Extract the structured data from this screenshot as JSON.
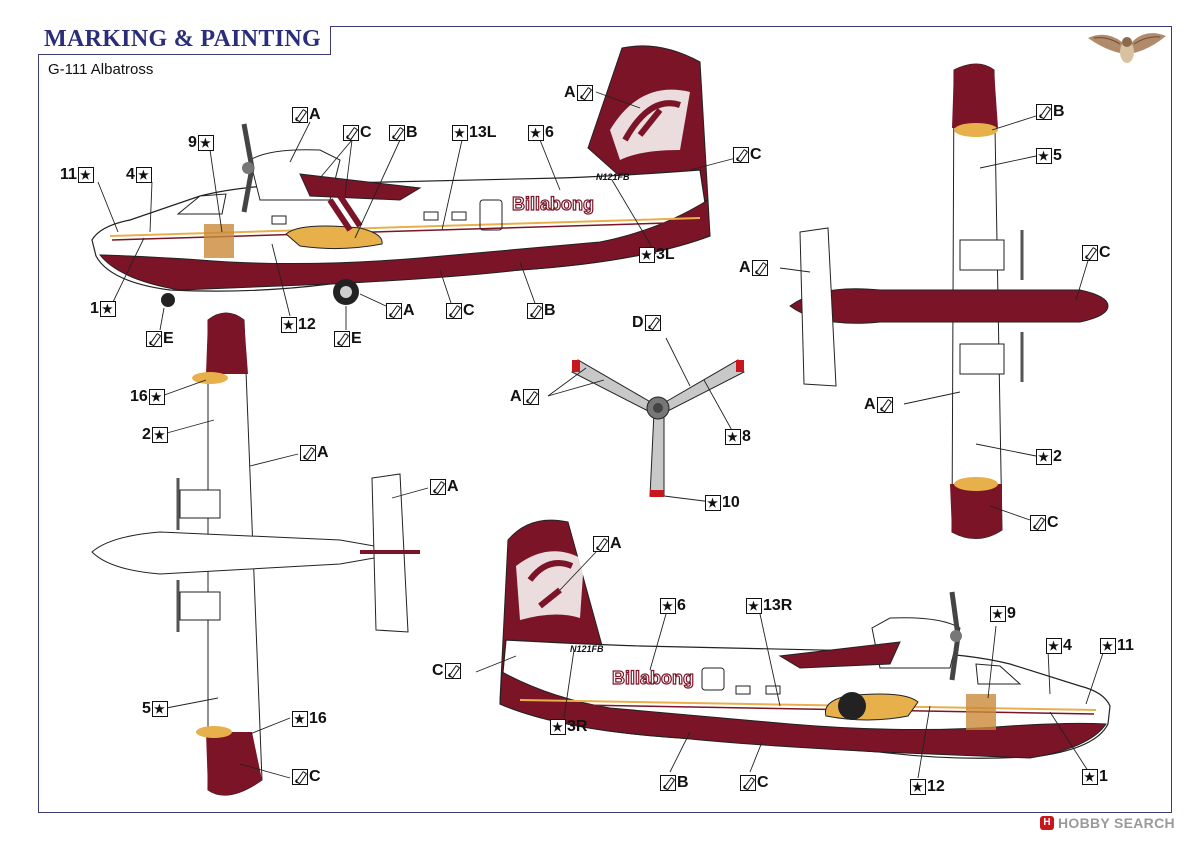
{
  "header": {
    "title": "MARKING & PAINTING",
    "subtitle": "G-111 Albatross"
  },
  "registration": "N121FB",
  "tail_art": "Billabong",
  "colors": {
    "maroon": "#7b1426",
    "gold": "#e8b04a",
    "border": "#3a3a78",
    "title": "#2b2d78",
    "hull_white": "#ffffff"
  },
  "legend_icons": {
    "star": "decal-star-icon",
    "brush": "paint-brush-icon"
  },
  "callouts": [
    {
      "id": "c1",
      "text": "A",
      "icon": "brush",
      "order": "icon-first"
    },
    {
      "id": "c2",
      "text": "C",
      "icon": "brush",
      "order": "icon-first"
    },
    {
      "id": "c3",
      "text": "B",
      "icon": "brush",
      "order": "icon-first"
    },
    {
      "id": "c4",
      "text": "13L",
      "icon": "star",
      "order": "icon-first"
    },
    {
      "id": "c5",
      "text": "6",
      "icon": "star",
      "order": "icon-first"
    },
    {
      "id": "c6",
      "text": "A",
      "icon": "brush",
      "order": "text-first"
    },
    {
      "id": "c7",
      "text": "C",
      "icon": "brush",
      "order": "icon-first"
    },
    {
      "id": "c8",
      "text": "9",
      "icon": "star",
      "order": "text-first"
    },
    {
      "id": "c9",
      "text": "11",
      "icon": "star",
      "order": "text-first"
    },
    {
      "id": "c10",
      "text": "4",
      "icon": "star",
      "order": "text-first"
    },
    {
      "id": "c11",
      "text": "3L",
      "icon": "star",
      "order": "icon-first"
    },
    {
      "id": "c12",
      "text": "1",
      "icon": "star",
      "order": "text-first"
    },
    {
      "id": "c13",
      "text": "12",
      "icon": "star",
      "order": "icon-first"
    },
    {
      "id": "c14",
      "text": "A",
      "icon": "brush",
      "order": "icon-first"
    },
    {
      "id": "c15",
      "text": "C",
      "icon": "brush",
      "order": "icon-first"
    },
    {
      "id": "c16",
      "text": "B",
      "icon": "brush",
      "order": "icon-first"
    },
    {
      "id": "c17",
      "text": "E",
      "icon": "brush",
      "order": "icon-first"
    },
    {
      "id": "c18",
      "text": "E",
      "icon": "brush",
      "order": "icon-first"
    },
    {
      "id": "c19",
      "text": "16",
      "icon": "star",
      "order": "text-first"
    },
    {
      "id": "c20",
      "text": "2",
      "icon": "star",
      "order": "text-first"
    },
    {
      "id": "c21",
      "text": "A",
      "icon": "brush",
      "order": "icon-first"
    },
    {
      "id": "c22",
      "text": "A",
      "icon": "brush",
      "order": "icon-first"
    },
    {
      "id": "c23",
      "text": "5",
      "icon": "star",
      "order": "text-first"
    },
    {
      "id": "c24",
      "text": "16",
      "icon": "star",
      "order": "icon-first"
    },
    {
      "id": "c25",
      "text": "C",
      "icon": "brush",
      "order": "icon-first"
    },
    {
      "id": "c26",
      "text": "D",
      "icon": "brush",
      "order": "text-first"
    },
    {
      "id": "c27",
      "text": "A",
      "icon": "brush",
      "order": "text-first"
    },
    {
      "id": "c28",
      "text": "8",
      "icon": "star",
      "order": "icon-first"
    },
    {
      "id": "c29",
      "text": "10",
      "icon": "star",
      "order": "icon-first"
    },
    {
      "id": "c30",
      "text": "B",
      "icon": "brush",
      "order": "icon-first"
    },
    {
      "id": "c31",
      "text": "5",
      "icon": "star",
      "order": "icon-first"
    },
    {
      "id": "c32",
      "text": "A",
      "icon": "brush",
      "order": "text-first"
    },
    {
      "id": "c33",
      "text": "C",
      "icon": "brush",
      "order": "icon-first"
    },
    {
      "id": "c34",
      "text": "A",
      "icon": "brush",
      "order": "text-first"
    },
    {
      "id": "c35",
      "text": "2",
      "icon": "star",
      "order": "icon-first"
    },
    {
      "id": "c36",
      "text": "C",
      "icon": "brush",
      "order": "icon-first"
    },
    {
      "id": "c37",
      "text": "A",
      "icon": "brush",
      "order": "icon-first"
    },
    {
      "id": "c38",
      "text": "6",
      "icon": "star",
      "order": "icon-first"
    },
    {
      "id": "c39",
      "text": "13R",
      "icon": "star",
      "order": "icon-first"
    },
    {
      "id": "c40",
      "text": "9",
      "icon": "star",
      "order": "icon-first"
    },
    {
      "id": "c41",
      "text": "4",
      "icon": "star",
      "order": "icon-first"
    },
    {
      "id": "c42",
      "text": "11",
      "icon": "star",
      "order": "icon-first"
    },
    {
      "id": "c43",
      "text": "C",
      "icon": "brush",
      "order": "text-first"
    },
    {
      "id": "c44",
      "text": "3R",
      "icon": "star",
      "order": "icon-first"
    },
    {
      "id": "c45",
      "text": "B",
      "icon": "brush",
      "order": "icon-first"
    },
    {
      "id": "c46",
      "text": "C",
      "icon": "brush",
      "order": "icon-first"
    },
    {
      "id": "c47",
      "text": "12",
      "icon": "star",
      "order": "icon-first"
    },
    {
      "id": "c48",
      "text": "1",
      "icon": "star",
      "order": "icon-first"
    }
  ],
  "watermark": {
    "logo": "H",
    "text": "HOBBY SEARCH"
  }
}
